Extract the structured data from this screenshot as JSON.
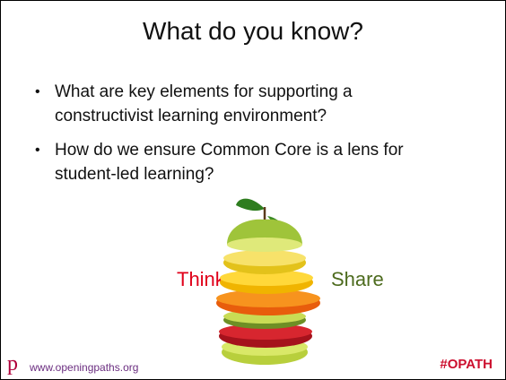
{
  "slide": {
    "title": "What do you know?",
    "bullets": [
      {
        "line1": "What are key elements for supporting a",
        "line2": "constructivist learning environment?"
      },
      {
        "line1": "How do we ensure Common Core is a lens for",
        "line2": "student-led learning?"
      }
    ],
    "think_label": "Think",
    "share_label": "Share",
    "image_icon": "stacked-fruit-slices-icon"
  },
  "footer": {
    "logo_glyph": "p",
    "website": "www.openingpaths.org",
    "hashtag": "#OPATH"
  },
  "colors": {
    "think": "#e0001a",
    "share": "#4d6b1e",
    "logo": "#b0003a",
    "website": "#6b2e80",
    "hashtag": "#cc0f2e"
  }
}
